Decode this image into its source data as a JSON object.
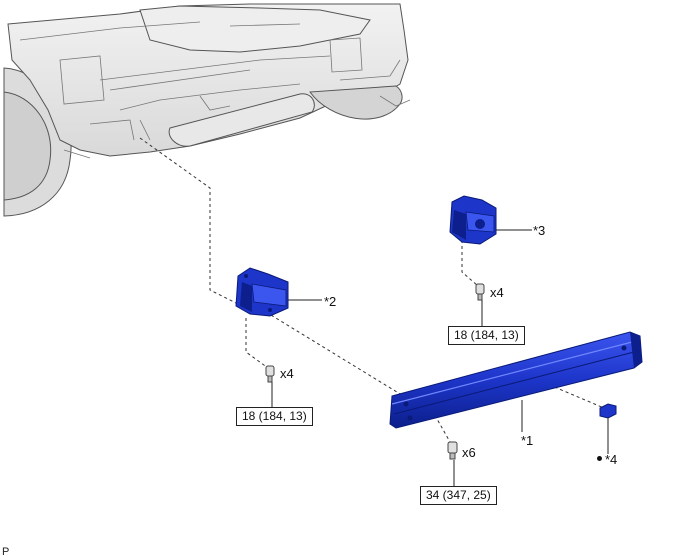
{
  "callouts": {
    "item1": "*1",
    "item2": "*2",
    "item3": "*3",
    "item4": "*4"
  },
  "quantities": {
    "left_bolts": "x4",
    "right_bolts": "x4",
    "bar_bolts": "x6"
  },
  "torques": {
    "left_bracket": "18 (184, 13)",
    "right_bracket": "18 (184, 13)",
    "reinforcement": "34 (347, 25)"
  },
  "footer_code": "P",
  "colors": {
    "part_blue": "#1d35c9",
    "part_dark": "#0c1f8c",
    "car_gray": "#e6e6e6",
    "car_line": "#555555"
  }
}
